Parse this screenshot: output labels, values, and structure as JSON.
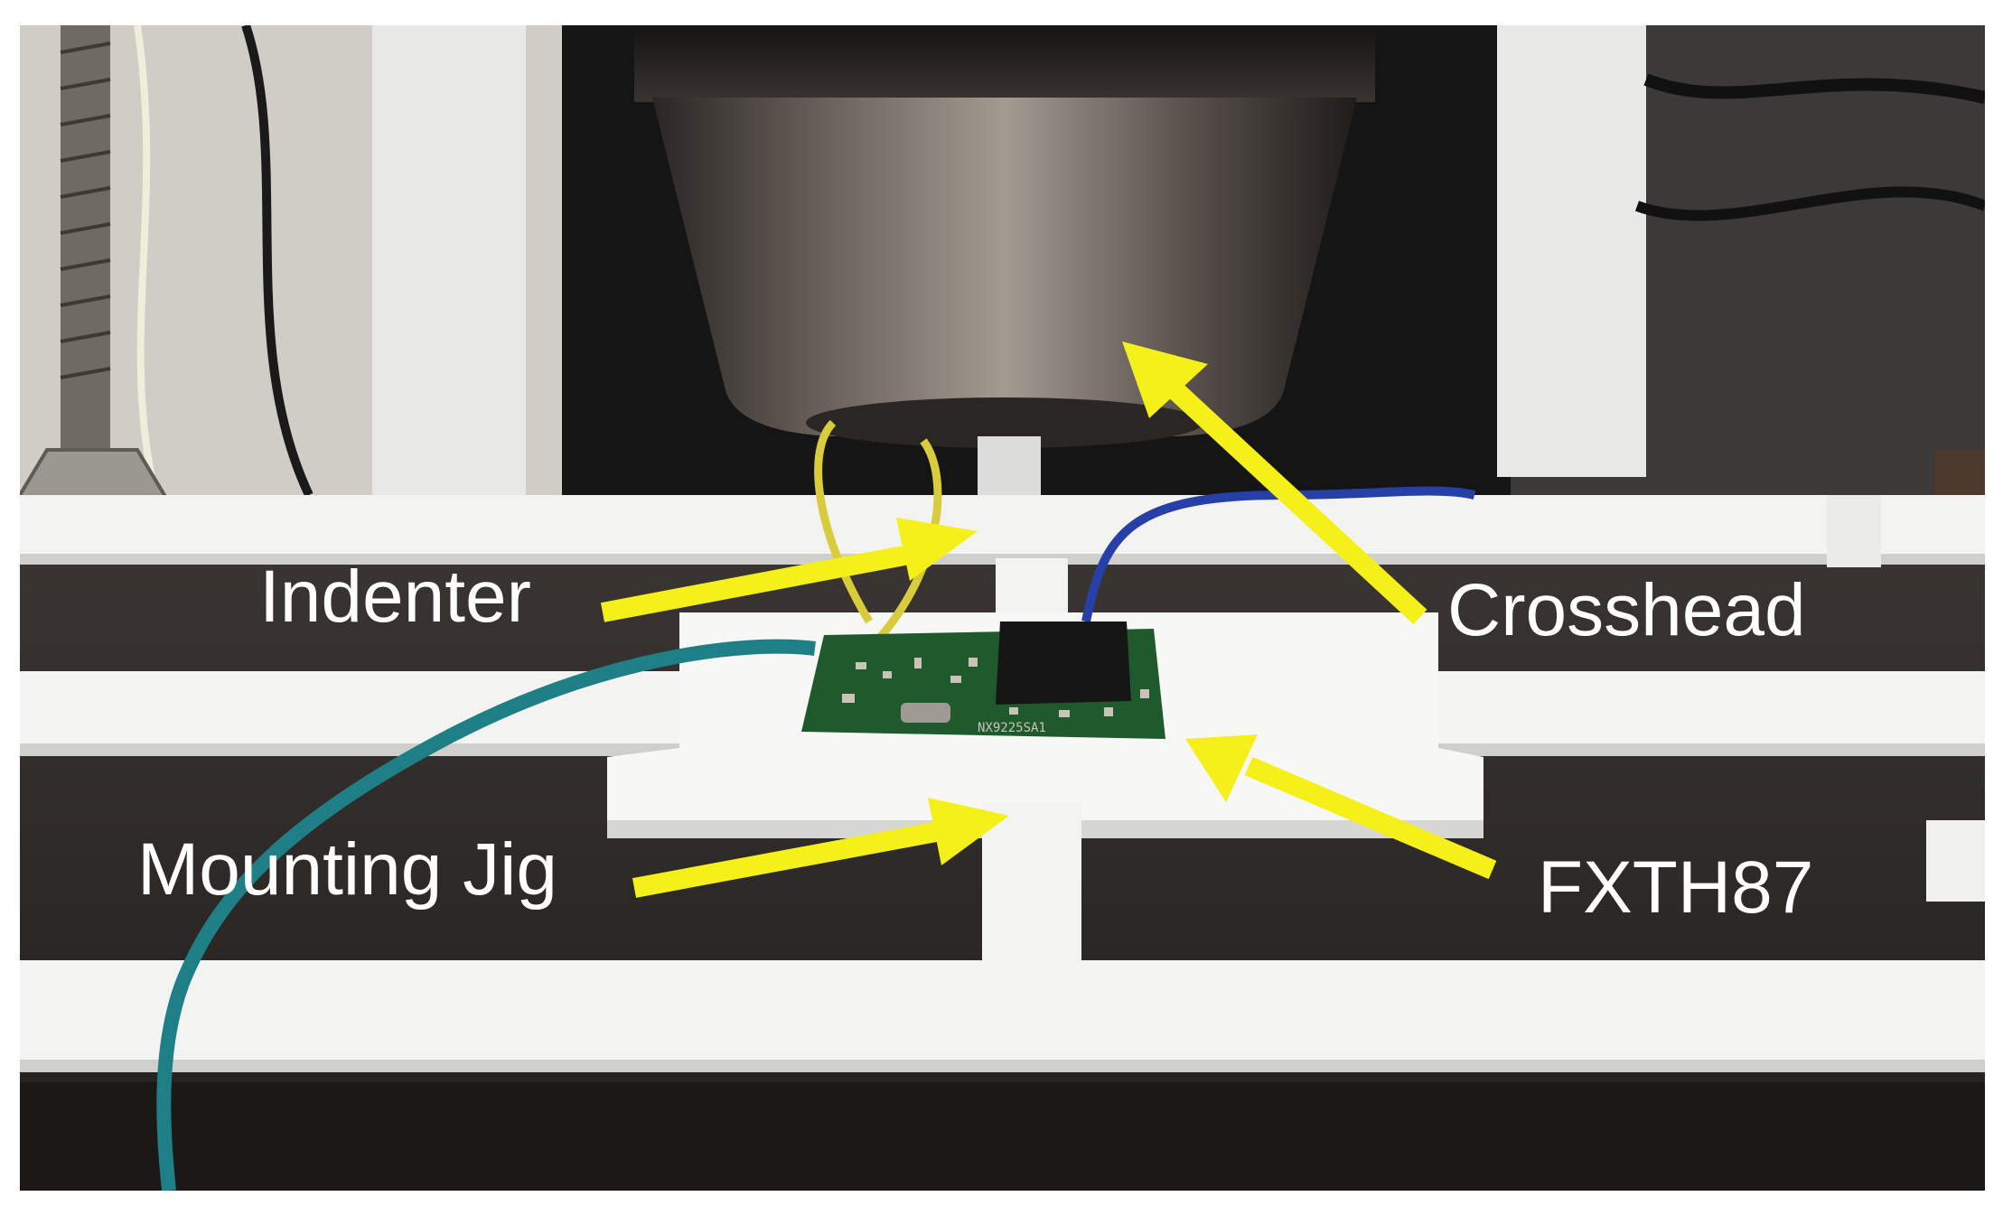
{
  "annotations": {
    "indenter": "Indenter",
    "crosshead": "Crosshead",
    "mounting_jig": "Mounting Jig",
    "sensor": "FXTH87"
  },
  "board_marking": "NX9225SA1",
  "colors": {
    "arrow": "#f6f01a",
    "label_text": "#ffffff",
    "jig": "#f2f2f0",
    "base_plate": "#2b2826",
    "pcb": "#1f5a2c",
    "chip": "#161616",
    "wire_teal": "#1f7f86",
    "wire_blue": "#2740a8",
    "wire_yellow": "#d8cc3c"
  }
}
